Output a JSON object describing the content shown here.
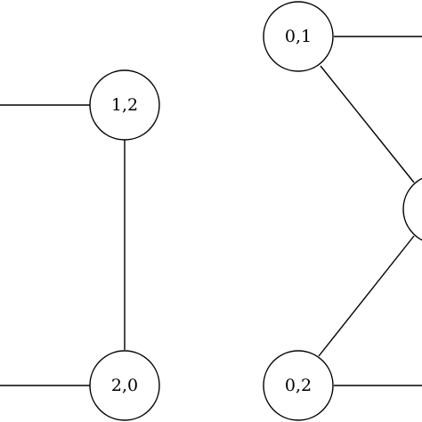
{
  "diagram": {
    "nodes": [
      {
        "id": "n12",
        "label": "1,2"
      },
      {
        "id": "n20",
        "label": "2,0"
      },
      {
        "id": "n01",
        "label": "0,1"
      },
      {
        "id": "n02",
        "label": "0,2"
      },
      {
        "id": "nright",
        "label": ""
      }
    ],
    "edges": [
      {
        "from": "left-edge-top",
        "to": "n12"
      },
      {
        "from": "n12",
        "to": "n20"
      },
      {
        "from": "left-edge-bottom",
        "to": "n20"
      },
      {
        "from": "n01",
        "to": "right-edge-top"
      },
      {
        "from": "n01",
        "to": "nright"
      },
      {
        "from": "n02",
        "to": "nright"
      },
      {
        "from": "n02",
        "to": "right-edge-bottom"
      }
    ]
  }
}
